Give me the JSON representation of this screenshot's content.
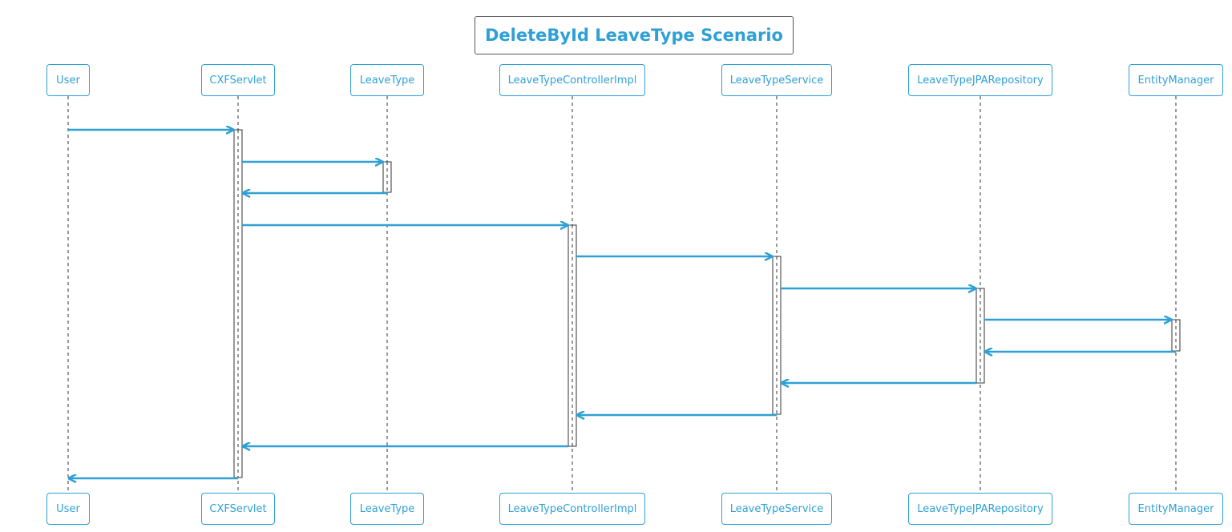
{
  "title": "DeleteById LeaveType Scenario",
  "colors": {
    "accent": "#2ea0d6",
    "lifeline": "#333333",
    "border": "#555555"
  },
  "participants": [
    {
      "id": "user",
      "label": "User"
    },
    {
      "id": "cxfservlet",
      "label": "CXFServlet"
    },
    {
      "id": "leavetype",
      "label": "LeaveType"
    },
    {
      "id": "controller",
      "label": "LeaveTypeControllerImpl"
    },
    {
      "id": "service",
      "label": "LeaveTypeService"
    },
    {
      "id": "repository",
      "label": "LeaveTypeJPARepository"
    },
    {
      "id": "entitymanager",
      "label": "EntityManager"
    }
  ],
  "messages": [
    {
      "from": "user",
      "to": "cxfservlet",
      "kind": "call"
    },
    {
      "from": "cxfservlet",
      "to": "leavetype",
      "kind": "call"
    },
    {
      "from": "leavetype",
      "to": "cxfservlet",
      "kind": "return"
    },
    {
      "from": "cxfservlet",
      "to": "controller",
      "kind": "call"
    },
    {
      "from": "controller",
      "to": "service",
      "kind": "call"
    },
    {
      "from": "service",
      "to": "repository",
      "kind": "call"
    },
    {
      "from": "repository",
      "to": "entitymanager",
      "kind": "call"
    },
    {
      "from": "entitymanager",
      "to": "repository",
      "kind": "return"
    },
    {
      "from": "repository",
      "to": "service",
      "kind": "return"
    },
    {
      "from": "service",
      "to": "controller",
      "kind": "return"
    },
    {
      "from": "controller",
      "to": "cxfservlet",
      "kind": "return"
    },
    {
      "from": "cxfservlet",
      "to": "user",
      "kind": "return"
    }
  ]
}
